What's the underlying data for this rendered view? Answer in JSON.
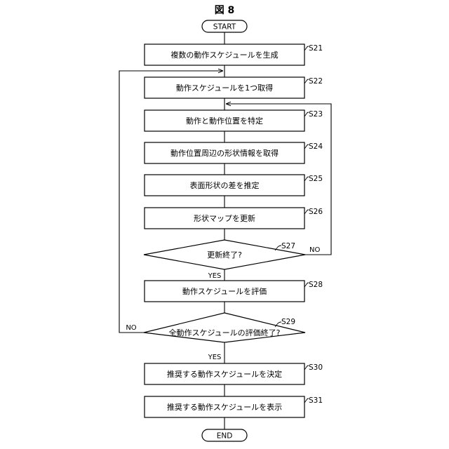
{
  "figure": {
    "title": "図 8"
  },
  "terminals": {
    "start": "START",
    "end": "END"
  },
  "steps": [
    {
      "id": "S21",
      "label": "複数の動作スケジュールを生成"
    },
    {
      "id": "S22",
      "label": "動作スケジュールを1つ取得"
    },
    {
      "id": "S23",
      "label": "動作と動作位置を特定"
    },
    {
      "id": "S24",
      "label": "動作位置周辺の形状情報を取得"
    },
    {
      "id": "S25",
      "label": "表面形状の差を推定"
    },
    {
      "id": "S26",
      "label": "形状マップを更新"
    },
    {
      "id": "S27",
      "label": "更新終了?"
    },
    {
      "id": "S28",
      "label": "動作スケジュールを評価"
    },
    {
      "id": "S29",
      "label": "全動作スケジュールの評価終了?"
    },
    {
      "id": "S30",
      "label": "推奨する動作スケジュールを決定"
    },
    {
      "id": "S31",
      "label": "推奨する動作スケジュールを表示"
    }
  ],
  "branches": {
    "s27_yes": "YES",
    "s27_no": "NO",
    "s29_yes": "YES",
    "s29_no": "NO"
  }
}
